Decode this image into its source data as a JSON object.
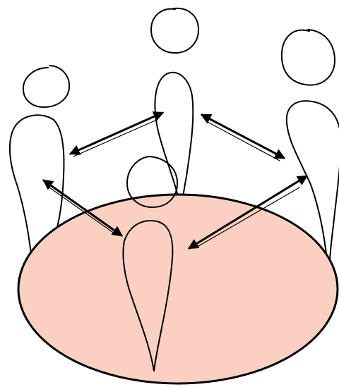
{
  "diagram": {
    "colors": {
      "table_fill": "#f9d0c1",
      "stroke": "#000000",
      "background": "#ffffff"
    },
    "figures": [
      {
        "name": "person-left"
      },
      {
        "name": "person-center-back"
      },
      {
        "name": "person-right"
      },
      {
        "name": "person-front"
      }
    ],
    "connections": [
      {
        "from": "person-left",
        "to": "person-center-back",
        "direction": "both"
      },
      {
        "from": "person-center-back",
        "to": "person-right",
        "direction": "both"
      },
      {
        "from": "person-left",
        "to": "person-front",
        "direction": "both"
      },
      {
        "from": "person-right",
        "to": "person-front",
        "direction": "both"
      }
    ]
  }
}
